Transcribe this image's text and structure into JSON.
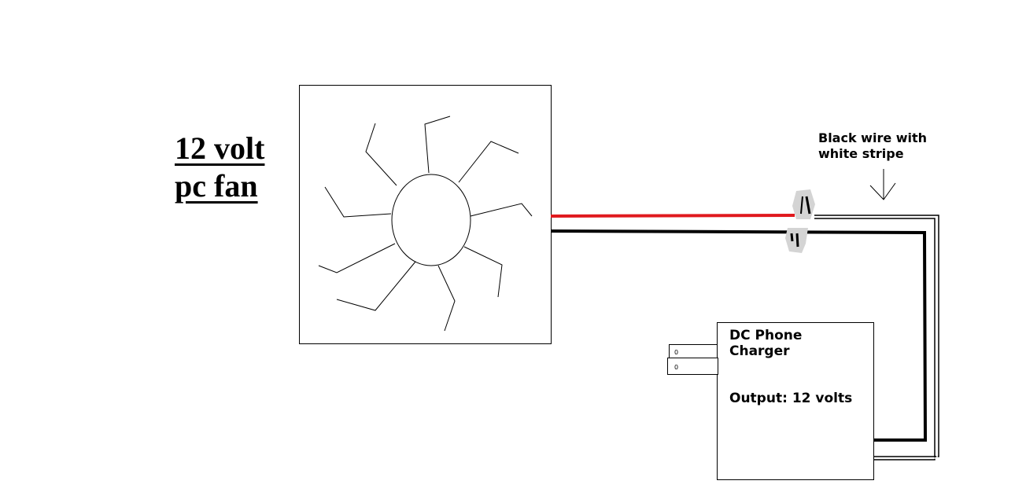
{
  "fan": {
    "title_line1": "12 volt",
    "title_line2": "pc fan"
  },
  "wire_note": {
    "line1": "Black wire with",
    "line2": "white stripe"
  },
  "charger": {
    "title_line1": "DC Phone",
    "title_line2": "Charger",
    "output_label": "Output:",
    "output_value": "12 volts"
  },
  "colors": {
    "red_wire": "#e0191e",
    "black_wire": "#000000",
    "connector": "#d4d4d4"
  }
}
